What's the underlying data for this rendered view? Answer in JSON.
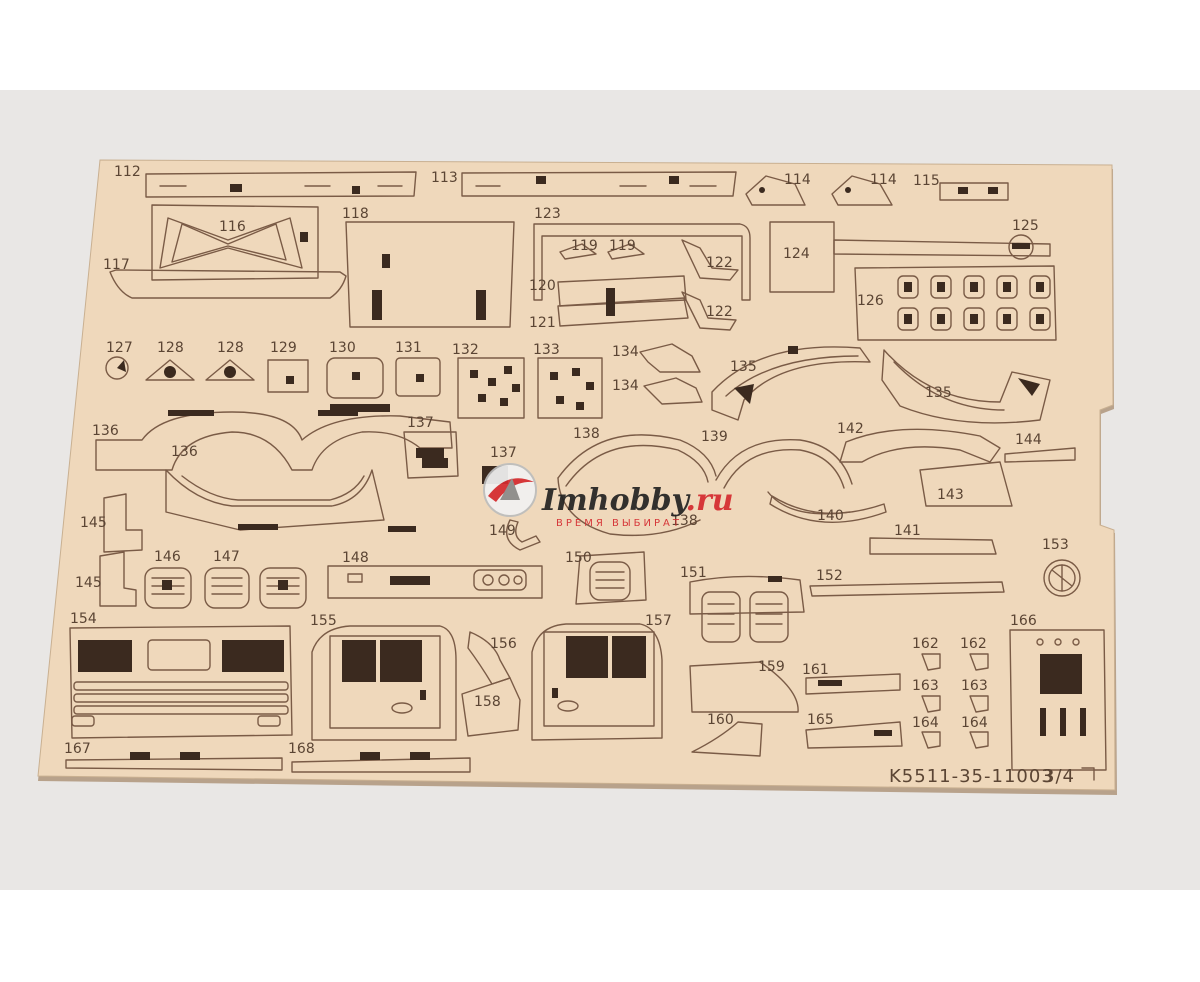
{
  "parts": [
    "112",
    "113",
    "114",
    "114",
    "115",
    "116",
    "117",
    "118",
    "123",
    "119",
    "119",
    "124",
    "125",
    "122",
    "120",
    "126",
    "121",
    "122",
    "127",
    "128",
    "128",
    "129",
    "130",
    "131",
    "132",
    "133",
    "134",
    "134",
    "135",
    "135",
    "136",
    "137",
    "136",
    "137",
    "138",
    "139",
    "142",
    "144",
    "143",
    "140",
    "141",
    "138",
    "149",
    "145",
    "153",
    "146",
    "147",
    "148",
    "150",
    "151",
    "152",
    "145",
    "154",
    "155",
    "157",
    "166",
    "156",
    "162",
    "162",
    "159",
    "161",
    "163",
    "163",
    "158",
    "160",
    "165",
    "164",
    "164",
    "167",
    "168"
  ],
  "sheet": {
    "code": "K5511-35-11003",
    "index": "3/4"
  },
  "watermark": {
    "brand": "Imhobby",
    "brand_suffix": ".ru",
    "tagline": "ВРЕМЯ ВЫБИРАТ"
  },
  "colors": {
    "plywood": "#efd8bb",
    "engraving": "#7a5b46",
    "backdrop": "#e9e7e5",
    "brand_red": "#d42a2f"
  }
}
